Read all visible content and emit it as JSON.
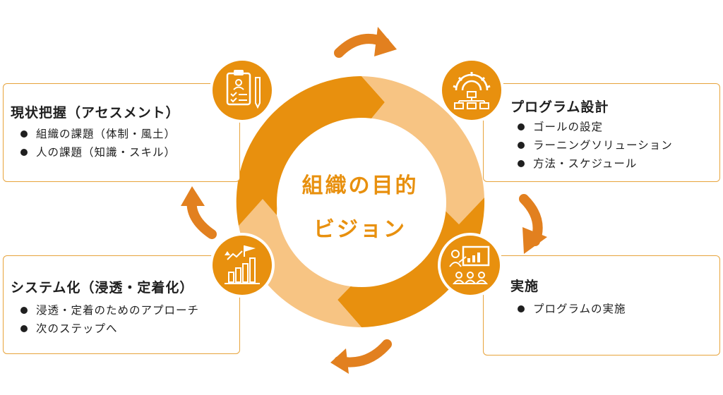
{
  "colors": {
    "accent": "#e8900e",
    "accent_light": "#f7c483",
    "box_border": "#e7a33b",
    "text": "#1f1f1f"
  },
  "center": {
    "line1": "組織の目的",
    "line2": "ビジョン"
  },
  "boxes": {
    "assessment": {
      "title": "現状把握（アセスメント）",
      "items": [
        "組織の課題（体制・風土）",
        "人の課題（知識・スキル）"
      ],
      "icon": "clipboard-checklist-icon"
    },
    "design": {
      "title": "プログラム設計",
      "items": [
        "ゴールの設定",
        "ラーニングソリューション",
        "方法・スケジュール"
      ],
      "icon": "gear-hierarchy-icon"
    },
    "implementation": {
      "title": "実施",
      "items": [
        "プログラムの実施"
      ],
      "icon": "presentation-audience-icon"
    },
    "systemization": {
      "title": "システム化（浸透・定着化）",
      "items": [
        "浸透・定着のためのアプローチ",
        "次のステップへ"
      ],
      "icon": "growth-chart-flag-icon"
    }
  },
  "arrows": [
    "curved-arrow-top-icon",
    "curved-arrow-right-icon",
    "curved-arrow-bottom-icon",
    "curved-arrow-left-icon"
  ]
}
